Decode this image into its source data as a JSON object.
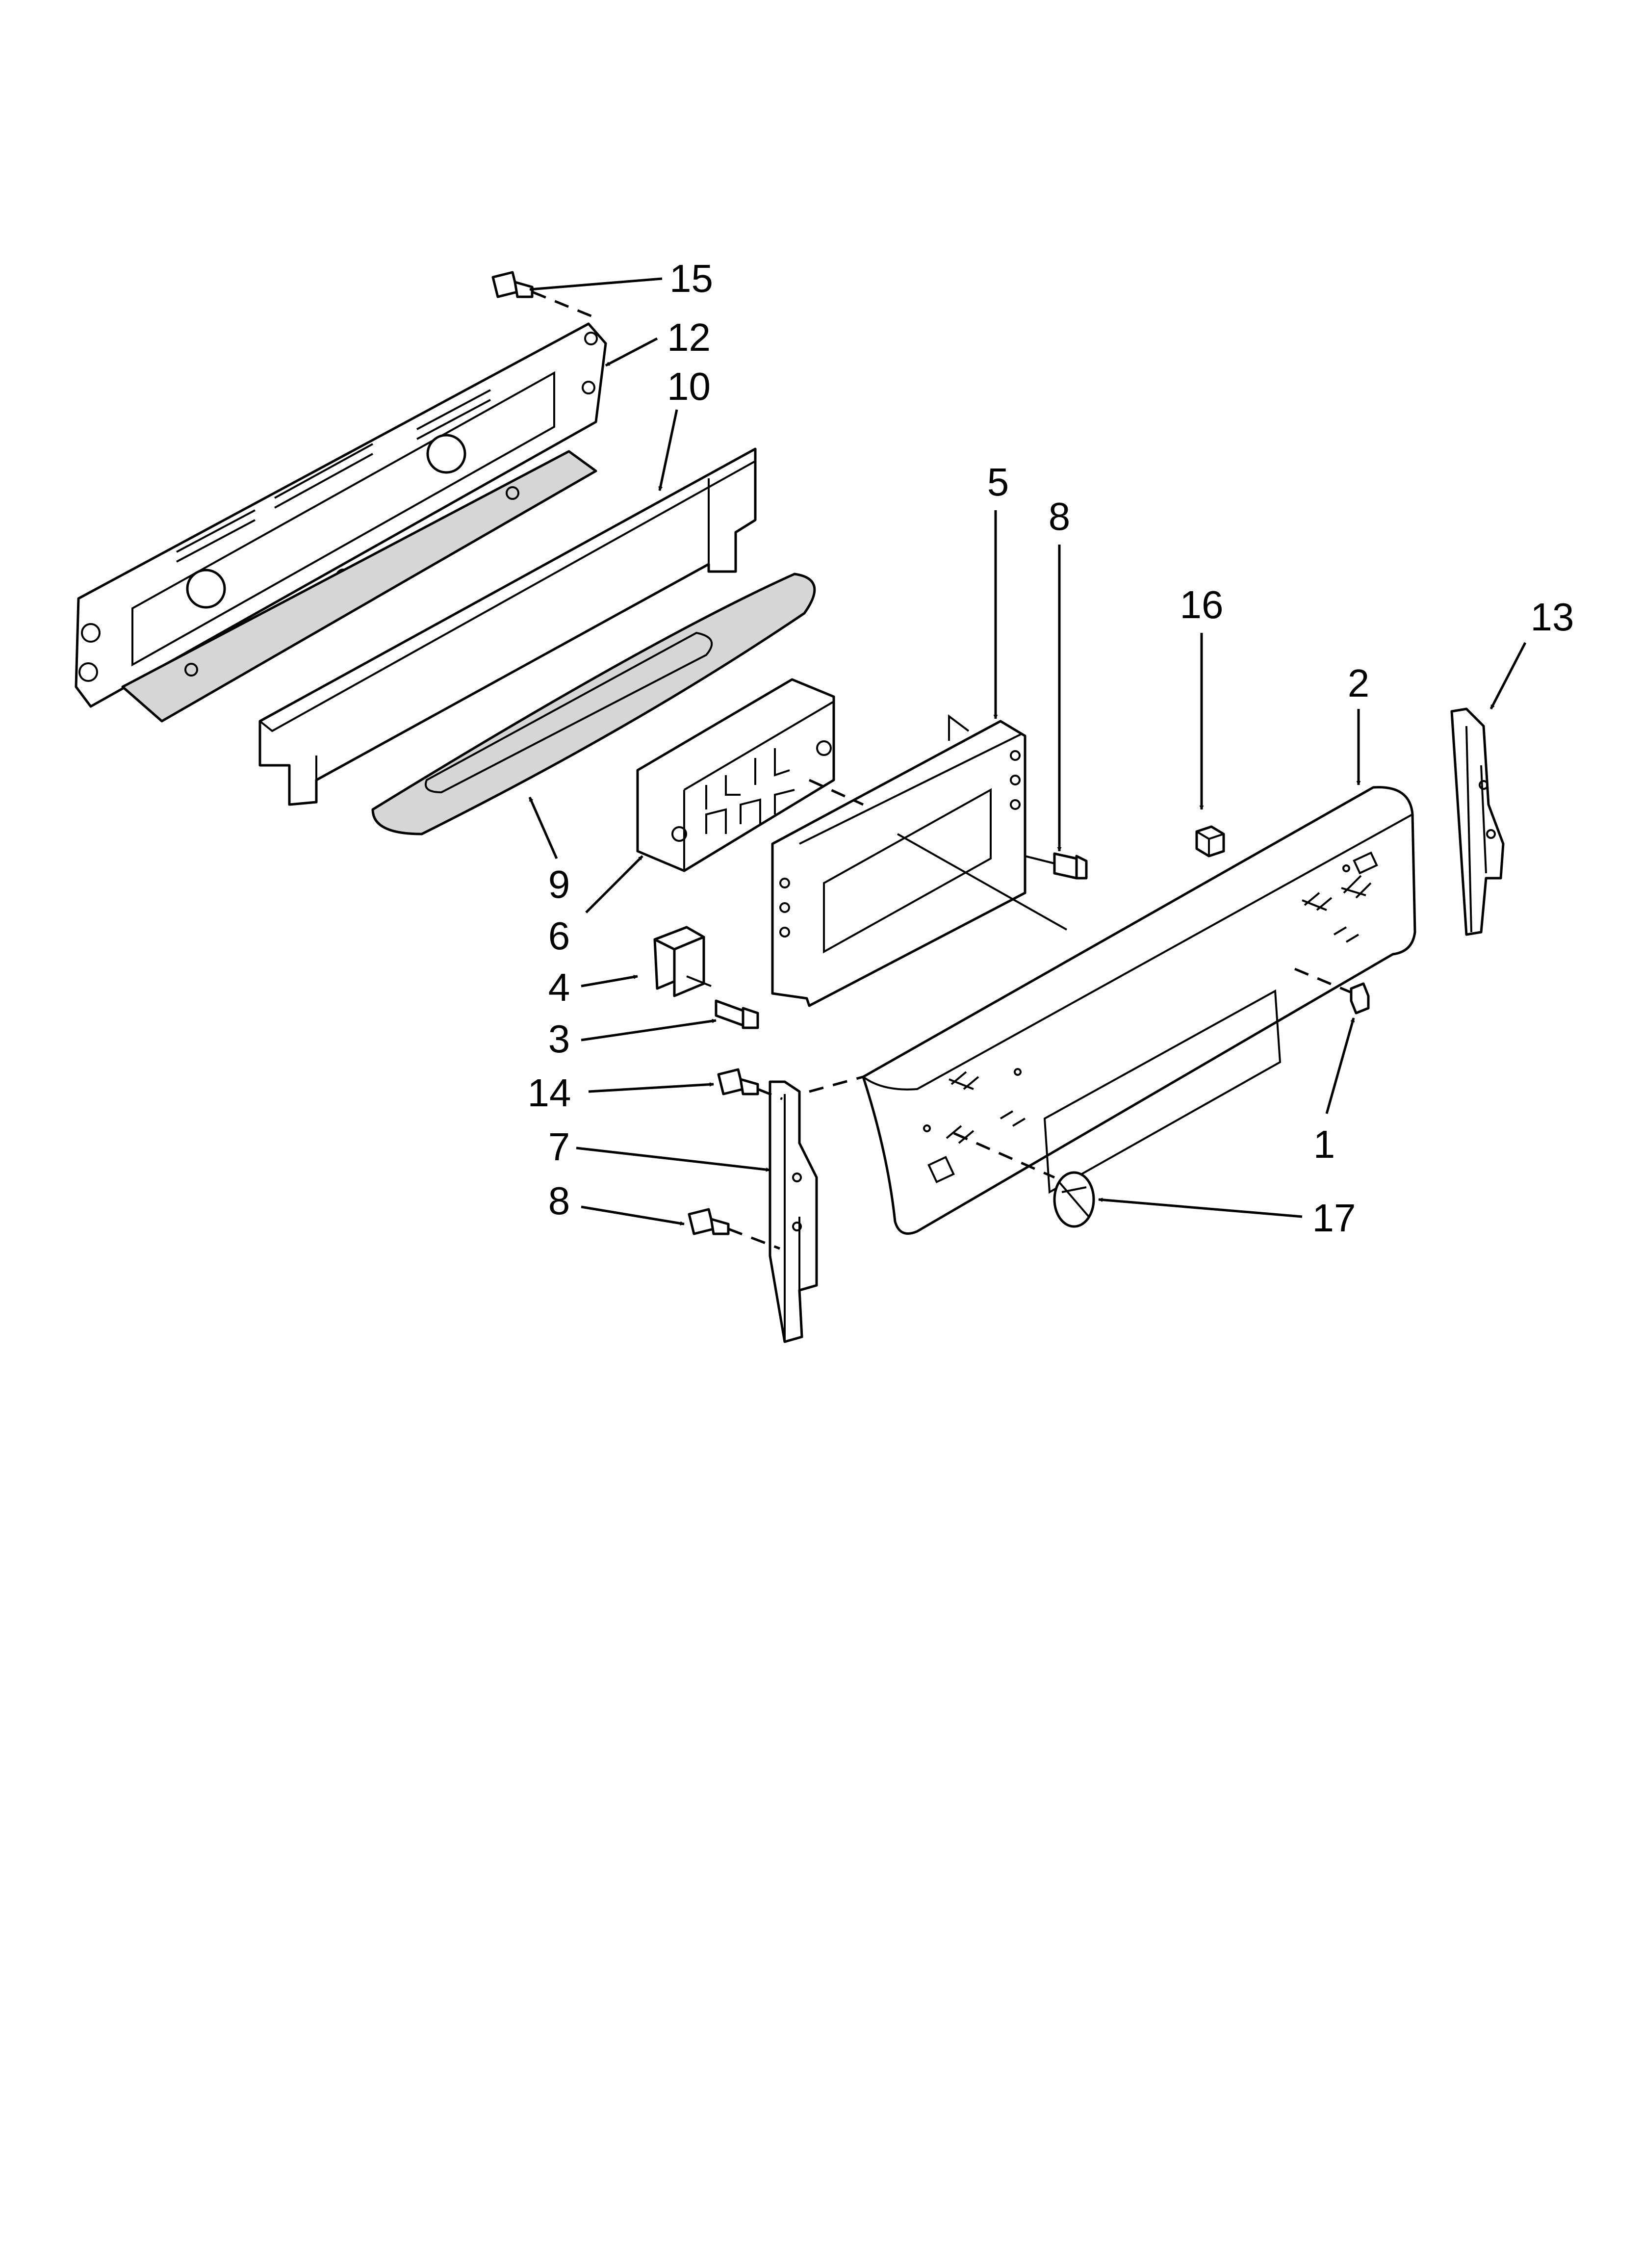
{
  "callouts": {
    "c15": "15",
    "c12": "12",
    "c10": "10",
    "c5": "5",
    "c8a": "8",
    "c16": "16",
    "c13": "13",
    "c2": "2",
    "c9": "9",
    "c6": "6",
    "c4": "4",
    "c3": "3",
    "c14": "14",
    "c7": "7",
    "c8b": "8",
    "c1": "1",
    "c17": "17"
  }
}
